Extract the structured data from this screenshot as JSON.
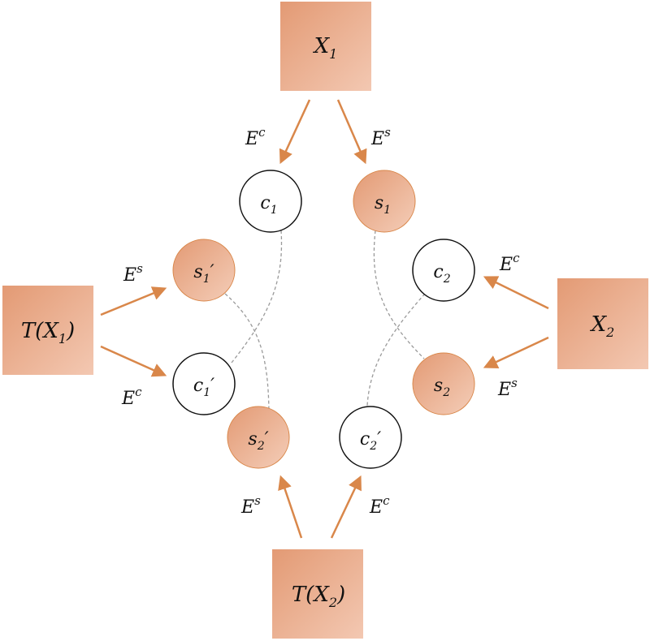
{
  "colors": {
    "arrow": "#d9874a",
    "box_fill_dark": "#e39a74",
    "box_fill_light": "#f3c8b2",
    "circle_fill_dark": "#e39a74",
    "circle_fill_light": "#f4cdb8",
    "circle_stroke_style": "#d9874a",
    "circle_stroke_content": "#111111",
    "dashed_line": "#9a9a9a"
  },
  "boxes": {
    "x1": {
      "base": "X",
      "sub": "1",
      "prefix": "",
      "suffix": ""
    },
    "x2": {
      "base": "X",
      "sub": "2",
      "prefix": "",
      "suffix": ""
    },
    "tx1": {
      "base": "X",
      "sub": "1",
      "prefix": "T(",
      "suffix": ")"
    },
    "tx2": {
      "base": "X",
      "sub": "2",
      "prefix": "T(",
      "suffix": ")"
    }
  },
  "nodes": {
    "c1": {
      "base": "c",
      "sub": "1",
      "prime": "",
      "type": "content"
    },
    "s1": {
      "base": "s",
      "sub": "1",
      "prime": "",
      "type": "style"
    },
    "c2": {
      "base": "c",
      "sub": "2",
      "prime": "",
      "type": "content"
    },
    "s2": {
      "base": "s",
      "sub": "2",
      "prime": "",
      "type": "style"
    },
    "s1p": {
      "base": "s",
      "sub": "1",
      "prime": "′",
      "type": "style"
    },
    "c1p": {
      "base": "c",
      "sub": "1",
      "prime": "′",
      "type": "content"
    },
    "s2p": {
      "base": "s",
      "sub": "2",
      "prime": "′",
      "type": "style"
    },
    "c2p": {
      "base": "c",
      "sub": "2",
      "prime": "′",
      "type": "content"
    }
  },
  "edges": {
    "e1": {
      "base": "E",
      "sup": "c"
    },
    "e2": {
      "base": "E",
      "sup": "s"
    },
    "e3": {
      "base": "E",
      "sup": "s"
    },
    "e4": {
      "base": "E",
      "sup": "c"
    },
    "e5": {
      "base": "E",
      "sup": "c"
    },
    "e6": {
      "base": "E",
      "sup": "s"
    },
    "e7": {
      "base": "E",
      "sup": "s"
    },
    "e8": {
      "base": "E",
      "sup": "c"
    }
  }
}
